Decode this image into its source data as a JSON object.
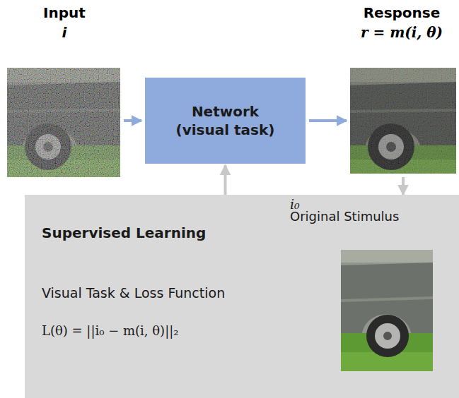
{
  "diagram": {
    "nodes": [
      {
        "text": [
          "Input",
          "i"
        ]
      },
      {
        "text": [
          "Network (visual task)"
        ]
      },
      {
        "text": [
          "Response",
          "r = m(i, θ)"
        ]
      },
      {
        "text": [
          "Supervised Learning",
          "Visual Task & Loss Function",
          "L(θ) = ||i₀ − m(i, θ)||₂"
        ]
      },
      {
        "text": [
          "Original Stimulus",
          "i₀"
        ],
        "in": 3
      }
    ],
    "edges": [
      {
        "from": 0,
        "to": 1,
        "arrow": "to"
      },
      {
        "from": 1,
        "to": 2,
        "arrow": "to"
      },
      {
        "from": 3,
        "to": 1,
        "arrow": "to"
      },
      {
        "from": 2,
        "to": 4,
        "arrow": "to"
      }
    ]
  }
}
